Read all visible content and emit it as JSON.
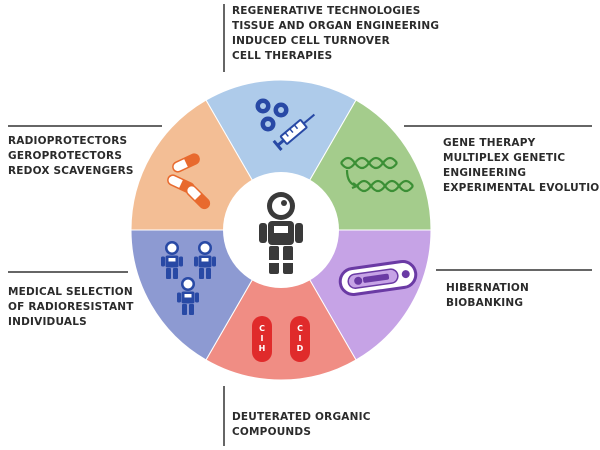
{
  "colors": {
    "regenerative": "#aecbea",
    "gene": "#a4cc8c",
    "hibernation": "#c6a3e6",
    "deuterated": "#f08d84",
    "selection": "#8d9ad2",
    "radioprotectors": "#f3be95",
    "icon_blue": "#2849a5",
    "icon_green": "#3b8f35",
    "icon_purple": "#6a3aa4",
    "icon_red": "#e02b2b",
    "icon_orange": "#e86a2e",
    "icon_dark": "#3a3a3a",
    "leader_line": "#333333"
  },
  "segments": [
    {
      "key": "regenerative",
      "icon": "syringe-cells-icon"
    },
    {
      "key": "gene",
      "icon": "dna-icon"
    },
    {
      "key": "hibernation",
      "icon": "hibernation-capsule-icon"
    },
    {
      "key": "deuterated",
      "icon": "deuterated-capsules-icon"
    },
    {
      "key": "selection",
      "icon": "astronaut-group-icon"
    },
    {
      "key": "radioprotectors",
      "icon": "pills-icon"
    }
  ],
  "center_icon": "astronaut-icon",
  "labels": {
    "regenerative": [
      "REGENERATIVE TECHNOLOGIES",
      "TISSUE AND ORGAN ENGINEERING",
      "INDUCED CELL TURNOVER",
      "CELL THERAPIES"
    ],
    "gene": [
      "GENE THERAPY",
      "MULTIPLEX GENETIC",
      "ENGINEERING",
      "EXPERIMENTAL EVOLUTION"
    ],
    "hibernation": [
      "HIBERNATION",
      "BIOBANKING"
    ],
    "deuterated": [
      "DEUTERATED ORGANIC",
      "COMPOUNDS"
    ],
    "selection": [
      "MEDICAL SELECTION",
      "OF RADIORESISTANT",
      "INDIVIDUALS"
    ],
    "radioprotectors": [
      "RADIOPROTECTORS",
      "GEROPROTECTORS",
      "REDOX SCAVENGERS"
    ]
  },
  "capsule_text": {
    "left": [
      "C",
      "I",
      "H"
    ],
    "right": [
      "C",
      "I",
      "D"
    ]
  }
}
